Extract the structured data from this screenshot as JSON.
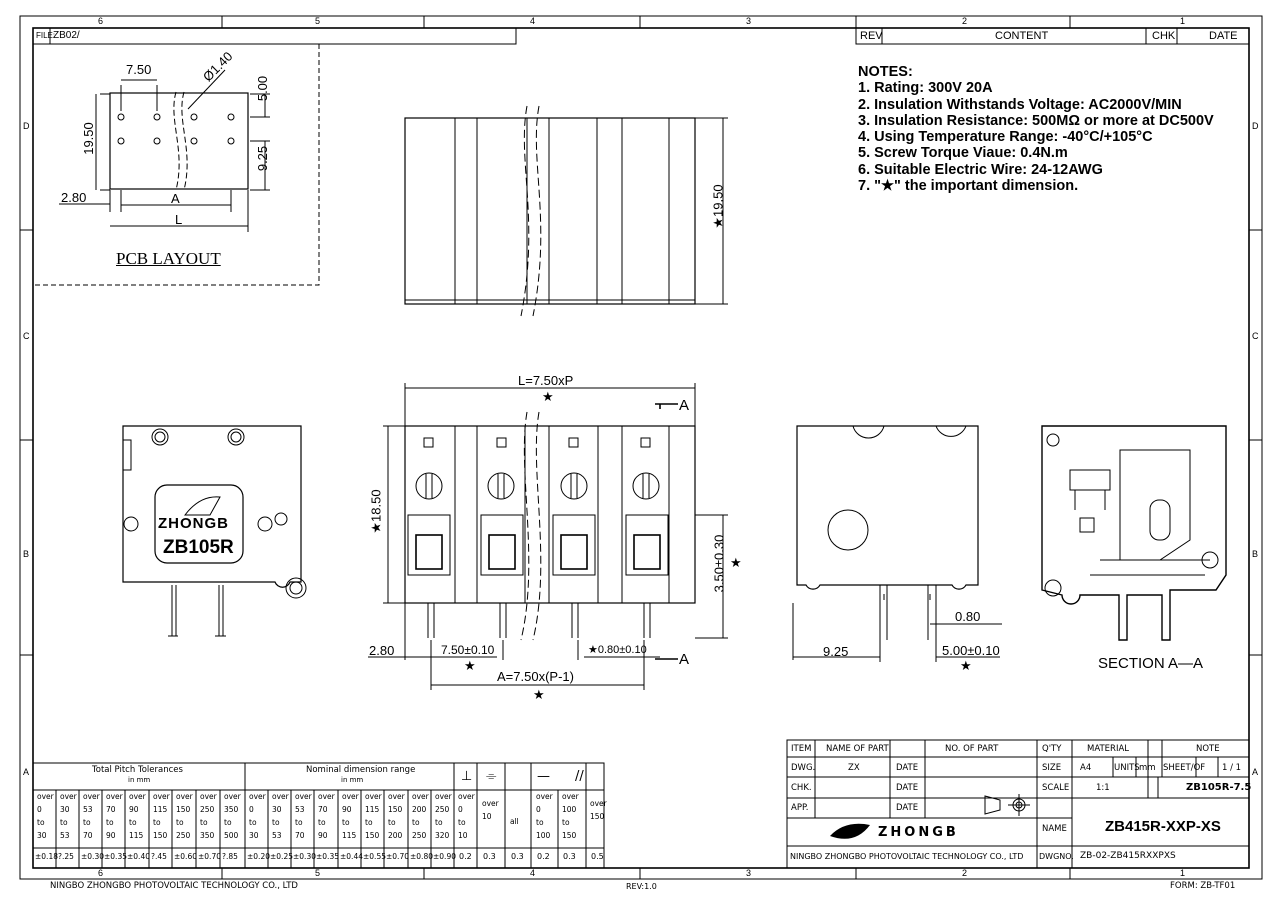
{
  "frame": {
    "col_labels_top": [
      "6",
      "5",
      "4",
      "3",
      "2",
      "1"
    ],
    "row_labels": [
      "D",
      "C",
      "B",
      "A"
    ],
    "file_label": "FILE:",
    "file_value": "ZB02/",
    "footer_company": "NINGBO ZHONGBO PHOTOVOLTAIC TECHNOLOGY CO., LTD",
    "footer_rev": "REV:1.0",
    "footer_form": "FORM: ZB-TF01"
  },
  "revision_header": {
    "rev": "REV",
    "content": "CONTENT",
    "chk": "CHK",
    "date": "DATE"
  },
  "notes": {
    "title": "NOTES:",
    "items": [
      "1. Rating: 300V 20A",
      "2. Insulation Withstands Voltage: AC2000V/MIN",
      "3. Insulation Resistance: 500MΩ or more at DC500V",
      "4. Using Temperature Range: -40°C/+105°C",
      "5. Screw Torque Viaue: 0.4N.m",
      "6. Suitable Electric Wire: 24-12AWG",
      "7. \"★\" the important dimension."
    ]
  },
  "pcb_layout": {
    "title": "PCB LAYOUT",
    "dim_750": "7.50",
    "dim_dia": "Ø1.40",
    "dim_500": "5.00",
    "dim_1950": "19.50",
    "dim_925": "9.25",
    "dim_280": "2.80",
    "dim_A": "A",
    "dim_L": "L"
  },
  "top_view": {
    "dim_height": "★19.50"
  },
  "front_view": {
    "dim_L": "L=7.50xP",
    "section_mark": "A",
    "dim_height": "★18.50",
    "dim_pin": "3.50±0.30",
    "dim_280": "2.80",
    "dim_pitch": "7.50±0.10",
    "dim_pin_width": "★0.80±0.10",
    "dim_A": "A=7.50x(P-1)",
    "section_mark_bottom": "A",
    "star": "★"
  },
  "housing_label": {
    "brand": "ZHONGB",
    "model": "ZB105R"
  },
  "side_view": {
    "dim_080": "0.80",
    "dim_925": "9.25",
    "dim_500": "5.00±0.10"
  },
  "section_label": "SECTION A—A",
  "tolerance_table": {
    "pitch_header": "Total Pitch Tolerances",
    "pitch_unit": "in mm",
    "nominal_header": "Nominal dimension range",
    "nominal_unit": "in mm",
    "symbols": [
      "⊥",
      "⌯",
      "—",
      "//"
    ],
    "pitch_ranges": [
      [
        "over",
        "0",
        "to",
        "30"
      ],
      [
        "over",
        "30",
        "to",
        "53"
      ],
      [
        "over",
        "53",
        "to",
        "70"
      ],
      [
        "over",
        "70",
        "to",
        "90"
      ],
      [
        "over",
        "90",
        "to",
        "115"
      ],
      [
        "over",
        "115",
        "to",
        "150"
      ],
      [
        "over",
        "150",
        "to",
        "250"
      ],
      [
        "over",
        "250",
        "to",
        "350"
      ],
      [
        "over",
        "350",
        "to",
        "500"
      ]
    ],
    "pitch_values": [
      "±0.18",
      "?.25",
      "±0.30",
      "±0.35",
      "±0.40",
      "?.45",
      "±0.60",
      "±0.70",
      "?.85"
    ],
    "nominal_ranges": [
      [
        "over",
        "0",
        "to",
        "30"
      ],
      [
        "over",
        "30",
        "to",
        "53"
      ],
      [
        "over",
        "53",
        "to",
        "70"
      ],
      [
        "over",
        "70",
        "to",
        "90"
      ],
      [
        "over",
        "90",
        "to",
        "115"
      ],
      [
        "over",
        "115",
        "to",
        "150"
      ],
      [
        "over",
        "150",
        "to",
        "200"
      ],
      [
        "over",
        "200",
        "to",
        "250"
      ],
      [
        "over",
        "250",
        "to",
        "320"
      ]
    ],
    "nominal_values": [
      "±0.20",
      "±0.25",
      "±0.30",
      "±0.35",
      "±0.44",
      "±0.55",
      "±0.70",
      "±0.80",
      "±0.90"
    ],
    "extra_ranges": [
      [
        "over",
        "0",
        "to",
        "10"
      ],
      [
        "over",
        "10"
      ],
      [
        "all"
      ],
      [
        "over",
        "0",
        "to",
        "100"
      ],
      [
        "over",
        "100",
        "to",
        "150"
      ],
      [
        "over",
        "150"
      ]
    ],
    "extra_values": [
      "0.2",
      "0.3",
      "0.3",
      "0.2",
      "0.3",
      "0.5"
    ]
  },
  "title_block": {
    "item": "ITEM",
    "name_of_part": "NAME OF PART",
    "no_of_part": "NO. OF PART",
    "qty": "Q'TY",
    "material": "MATERIAL",
    "note": "NOTE",
    "dwg": "DWG.",
    "dwg_by": "ZX",
    "date": "DATE",
    "chk": "CHK.",
    "app": "APP.",
    "size": "SIZE",
    "size_value": "A4",
    "units": "UNITS",
    "units_value": "mm",
    "sheet": "SHEET/OF",
    "sheet_value": "1 / 1",
    "scale": "SCALE",
    "scale_value": "1:1",
    "part_code": "ZB105R-7.5",
    "name": "NAME",
    "name_value": "ZB415R-XXP-XS",
    "company_logo": "ZHONGB",
    "company": "NINGBO ZHONGBO PHOTOVOLTAIC TECHNOLOGY CO., LTD",
    "dwgno": "DWGNO.",
    "dwgno_value": "ZB-02-ZB415RXXPXS"
  }
}
